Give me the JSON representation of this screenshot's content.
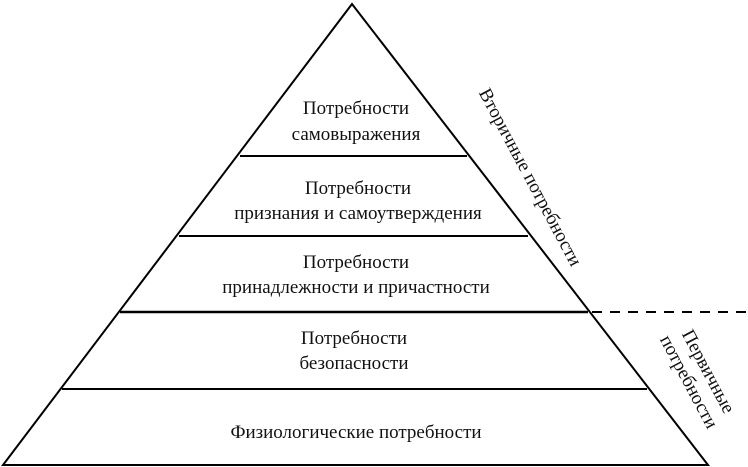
{
  "pyramid": {
    "levels": [
      {
        "line1": "Потребности",
        "line2": "самовыражения"
      },
      {
        "line1": "Потребности",
        "line2": "признания и самоутверждения"
      },
      {
        "line1": "Потребности",
        "line2": "принадлежности и причастности"
      },
      {
        "line1": "Потребности",
        "line2": "безопасности"
      },
      {
        "line1": "Физиологические потребности"
      }
    ]
  },
  "groups": {
    "secondary": {
      "label": "Вторичные потребности"
    },
    "primary": {
      "line1": "Первичные",
      "line2": "потребности"
    }
  }
}
